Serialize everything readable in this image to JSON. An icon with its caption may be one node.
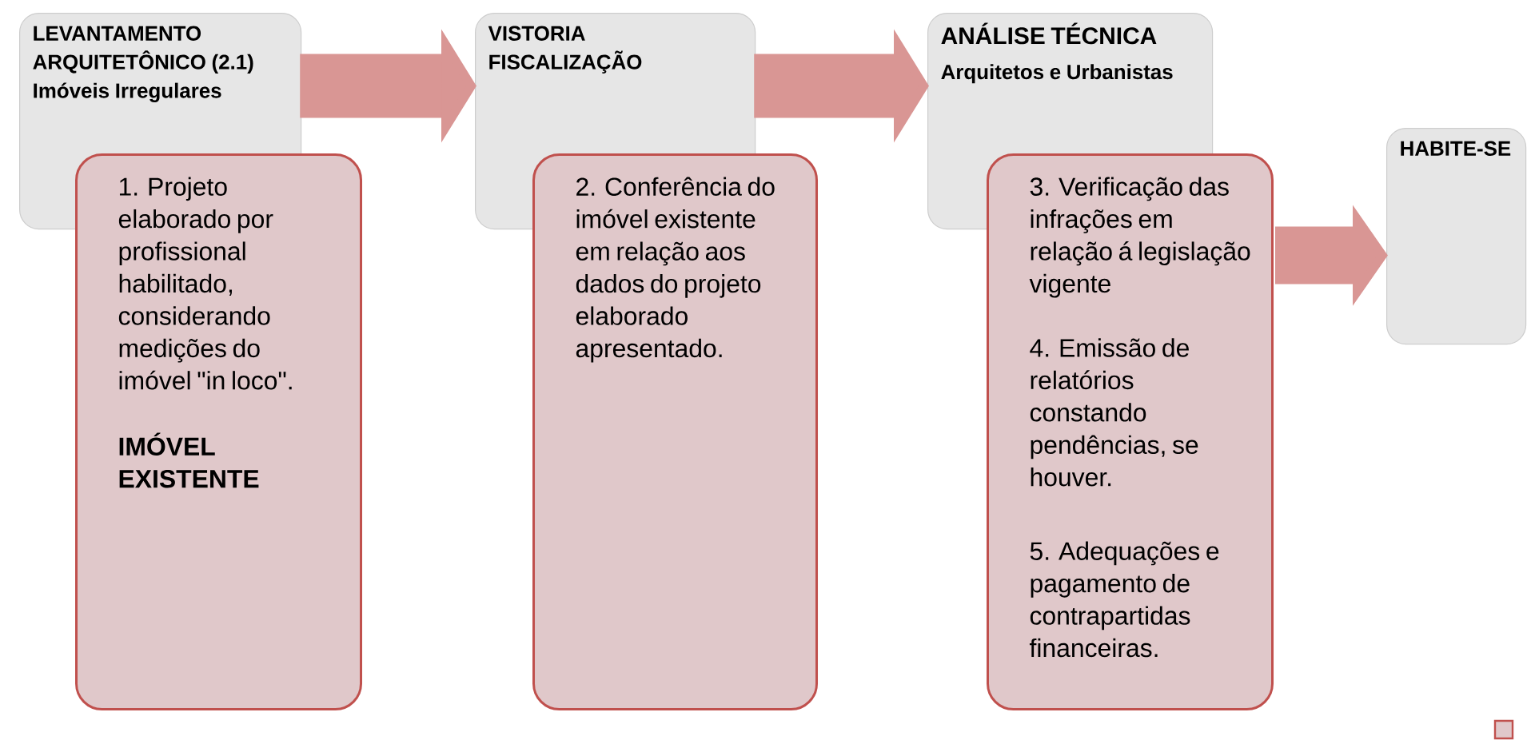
{
  "diagram": {
    "nodes": [
      {
        "text": [
          "LEVANTAMENTO ARQUITETÔNICO (2.1)",
          "Imóveis Irregulares"
        ]
      },
      {
        "text": [
          "1. Projeto elaborado por profissional habilitado, considerando medições do imóvel \"in loco\".",
          "IMÓVEL EXISTENTE"
        ]
      },
      {
        "text": [
          "VISTORIA FISCALIZAÇÃO"
        ]
      },
      {
        "text": [
          "2. Conferência do imóvel existente em relação aos dados do projeto elaborado apresentado."
        ]
      },
      {
        "text": [
          "ANÁLISE TÉCNICA",
          "Arquitetos e Urbanistas"
        ]
      },
      {
        "text": [
          "3. Verificação das infrações em relação á legislação vigente",
          "4. Emissão de relatórios constando pendências, se houver.",
          "5. Adequações e pagamento de contrapartidas financeiras."
        ]
      },
      {
        "text": [
          "HABITE-SE"
        ]
      }
    ],
    "edges": [
      {
        "from": 0,
        "to": 2,
        "arrow": "to"
      },
      {
        "from": 2,
        "to": 4,
        "arrow": "to"
      },
      {
        "from": 5,
        "to": 6,
        "arrow": "to"
      }
    ]
  }
}
